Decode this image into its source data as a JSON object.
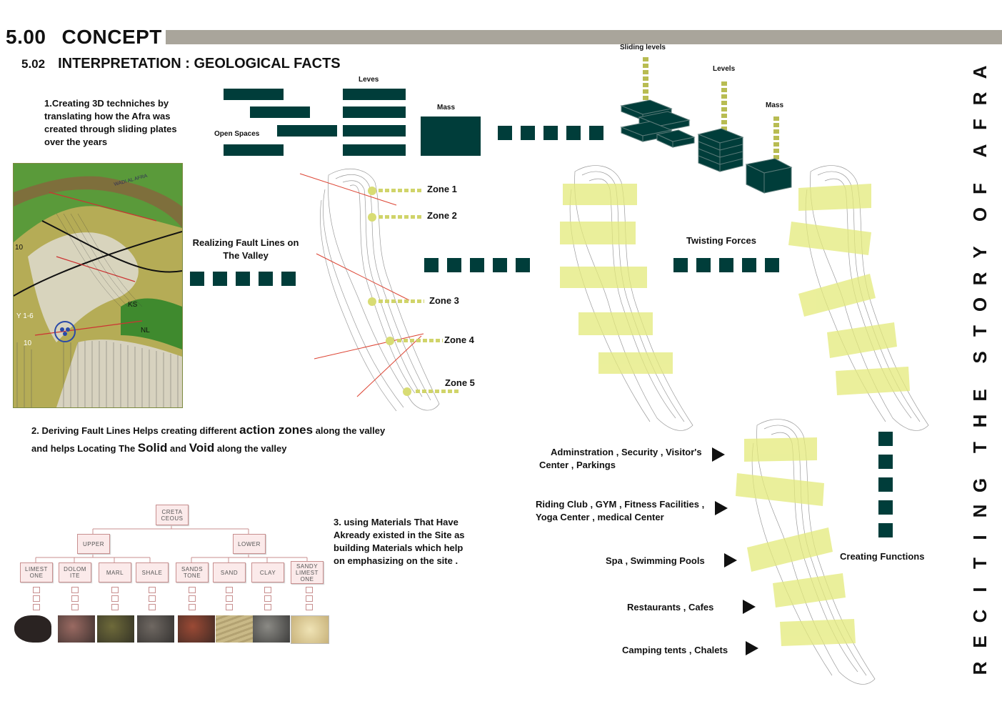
{
  "header": {
    "section_number": "5.00",
    "section_title": "CONCEPT",
    "sub_number": "5.02",
    "sub_title": "INTERPRETATION : GEOLOGICAL FACTS"
  },
  "vertical_title": [
    "R",
    "E",
    "C",
    "I",
    "T",
    "I",
    "N",
    "G",
    " ",
    "T",
    "H",
    "E",
    " ",
    "S",
    "T",
    "O",
    "R",
    "Y",
    " ",
    "O",
    "F",
    " ",
    "A",
    "F",
    "R",
    "A"
  ],
  "point1": [
    "1.Creating 3D techniches by",
    "translating how the Afra was",
    "created through sliding plates",
    "over the years"
  ],
  "labels": {
    "open_spaces": "Open Spaces",
    "leves": "Leves",
    "mass": "Mass",
    "sliding_levels": "Sliding levels",
    "levels": "Levels",
    "mass2": "Mass",
    "fault_lines": [
      "Realizing Fault Lines on",
      "The Valley"
    ],
    "twisting": "Twisting Forces",
    "creating_functions": "Creating Functions"
  },
  "zones": [
    "Zone 1",
    "Zone 2",
    "Zone 3",
    "Zone 4",
    "Zone 5"
  ],
  "point2": {
    "l1a": "2. Deriving Fault Lines Helps creating different ",
    "l1b": "action zones",
    "l1c": " along the valley",
    "l2a": "and helps Locating The ",
    "l2b": "Solid",
    "l2c": " and ",
    "l2d": "Void",
    "l2e": " along the valley"
  },
  "point3": [
    "3. using Materials That Have",
    "Akready existed in the Site as",
    "building Materials which help",
    "on emphasizing on the site ."
  ],
  "tree": {
    "root": "CRETA CEOUS",
    "upper": "UPPER",
    "lower": "LOWER",
    "leaves": [
      "LIMEST ONE",
      "DOLOM ITE",
      "MARL",
      "SHALE",
      "SANDS TONE",
      "SAND",
      "CLAY",
      "SANDY LIMEST ONE"
    ]
  },
  "map_labels": {
    "ks": "KS",
    "nl": "NL",
    "y16": "Y 1-6",
    "ten": "10",
    "ten2": "10",
    "wadi": "WADI AL AFRA"
  },
  "functions": [
    [
      "Adminstration , Security , Visitor's",
      "Center , Parkings"
    ],
    [
      "Riding Club , GYM , Fitness Facilities ,",
      "Yoga Center , medical Center"
    ],
    [
      "Spa , Swimming Pools"
    ],
    [
      "Restaurants , Cafes"
    ],
    [
      "Camping tents , Chalets"
    ]
  ],
  "colors": {
    "dark_teal": "#003d3a",
    "highlight_yellow": "#e4ea7a",
    "bar_gray": "#a9a59b"
  },
  "stone_colors": [
    "#2a2322",
    "#9a6a62",
    "#6e6a3a",
    "#6f6862",
    "#9b4a35",
    "#c9b987",
    "#8b8a85",
    "#d8c79a"
  ]
}
